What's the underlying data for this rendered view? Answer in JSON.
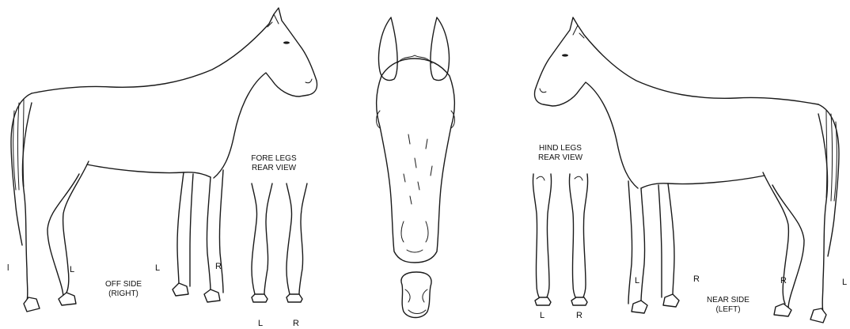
{
  "colors": {
    "background": "#ffffff",
    "ink": "#1a1a1a"
  },
  "labels": {
    "fore_legs_title": "FORE LEGS",
    "fore_legs_subtitle": "REAR VIEW",
    "hind_legs_title": "HIND LEGS",
    "hind_legs_subtitle": "REAR VIEW",
    "off_side_title": "OFF SIDE",
    "off_side_subtitle": "(RIGHT)",
    "near_side_title": "NEAR SIDE",
    "near_side_subtitle": "(LEFT)"
  },
  "leg_marks": {
    "off_side_left_edge": "l",
    "off_side_hind_left": "L",
    "off_side_fore_left": "L",
    "off_side_fore_right": "R",
    "fore_rear_left": "L",
    "fore_rear_right": "R",
    "hind_rear_left": "L",
    "hind_rear_right": "R",
    "near_side_hind_left": "L",
    "near_side_hind_right": "R",
    "near_side_fore_right": "R",
    "near_side_right_edge": "L"
  }
}
